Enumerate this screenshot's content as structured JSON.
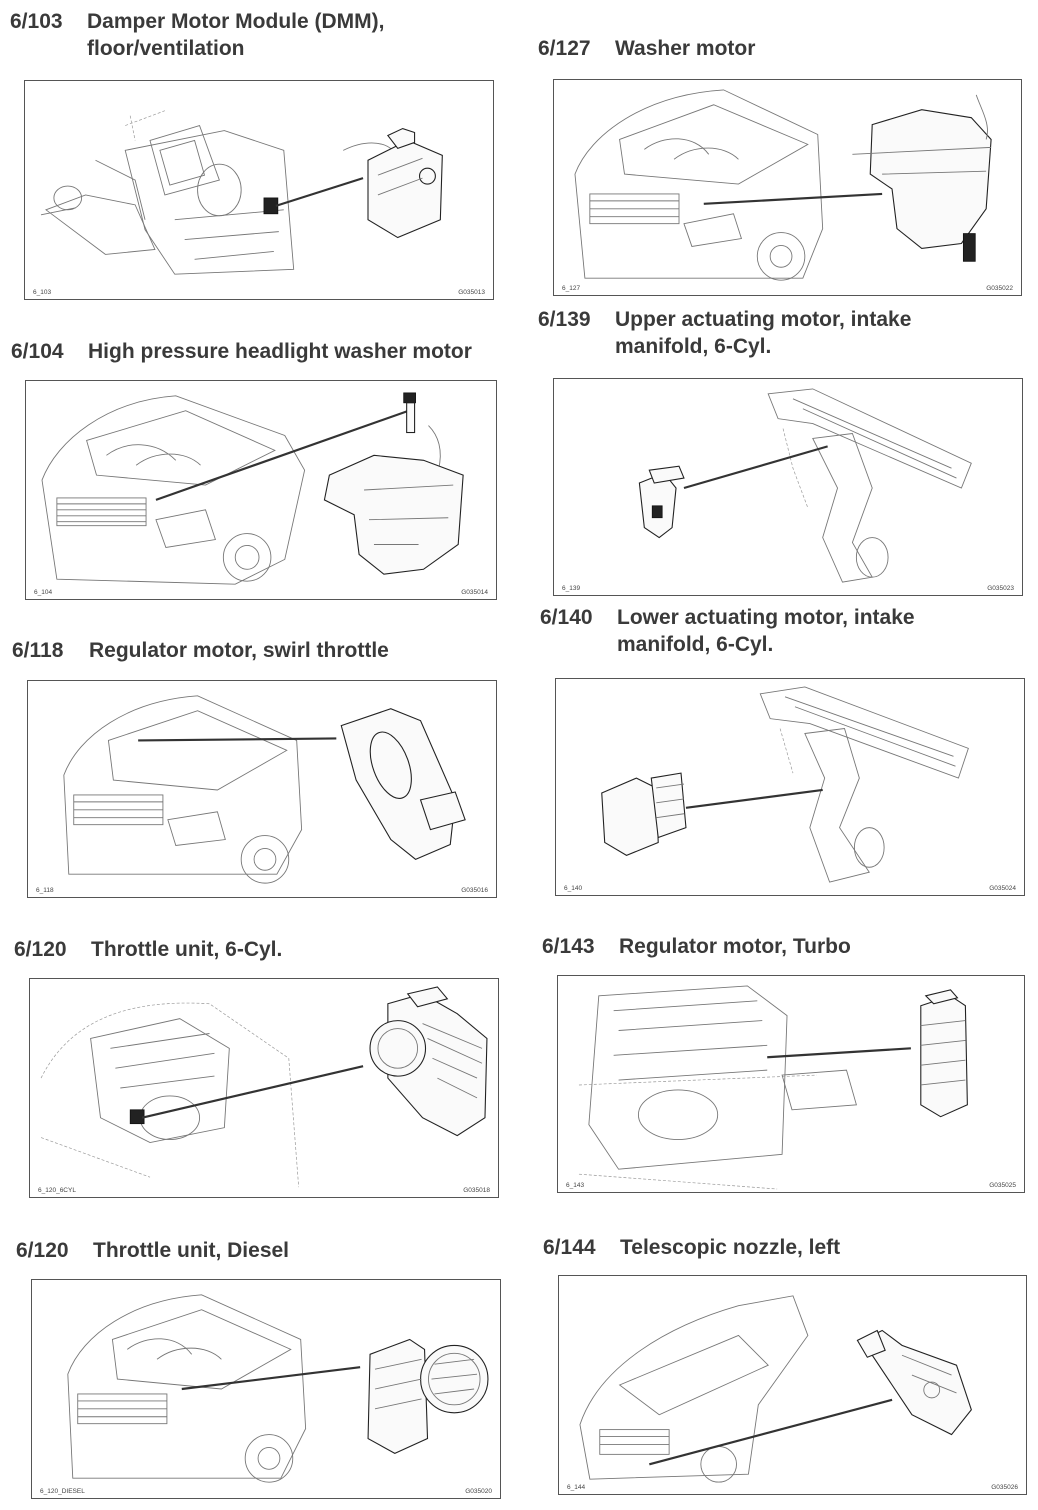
{
  "components": [
    {
      "number": "6/103",
      "title_lines": [
        "Damper Motor Module (DMM),",
        "floor/ventilation"
      ],
      "code_left": "6_103",
      "code_right": "G035013"
    },
    {
      "number": "6/127",
      "title_lines": [
        "Washer motor"
      ],
      "code_left": "6_127",
      "code_right": "G035022"
    },
    {
      "number": "6/104",
      "title_lines": [
        "High pressure headlight washer motor"
      ],
      "code_left": "6_104",
      "code_right": "G035014"
    },
    {
      "number": "6/139",
      "title_lines": [
        "Upper actuating motor, intake",
        "manifold, 6-Cyl."
      ],
      "code_left": "6_139",
      "code_right": "G035023"
    },
    {
      "number": "6/118",
      "title_lines": [
        "Regulator motor, swirl throttle"
      ],
      "code_left": "6_118",
      "code_right": "G035016"
    },
    {
      "number": "6/140",
      "title_lines": [
        "Lower actuating motor, intake",
        "manifold, 6-Cyl."
      ],
      "code_left": "6_140",
      "code_right": "G035024"
    },
    {
      "number": "6/120",
      "title_lines": [
        "Throttle unit, 6-Cyl."
      ],
      "code_left": "6_120_6CYL",
      "code_right": "G035018"
    },
    {
      "number": "6/143",
      "title_lines": [
        "Regulator motor, Turbo"
      ],
      "code_left": "6_143",
      "code_right": "G035025"
    },
    {
      "number": "6/120",
      "title_lines": [
        "Throttle unit, Diesel"
      ],
      "code_left": "6_120_DIESEL",
      "code_right": "G035020"
    },
    {
      "number": "6/144",
      "title_lines": [
        "Telescopic nozzle, left"
      ],
      "code_left": "6_144",
      "code_right": "G035026"
    }
  ]
}
